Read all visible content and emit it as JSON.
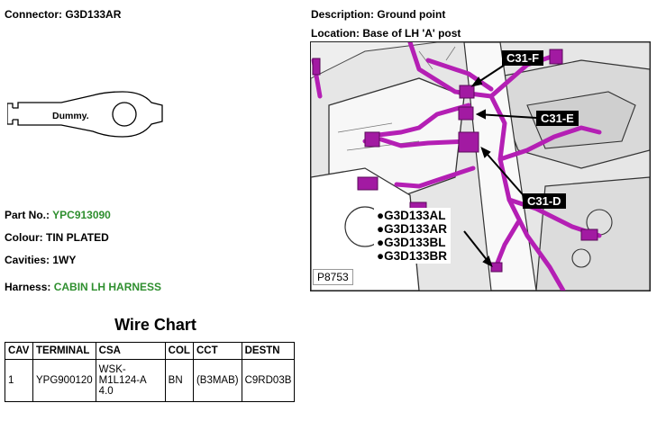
{
  "connector": {
    "label": "Connector:",
    "value": "G3D133AR"
  },
  "description": {
    "label": "Description:",
    "value": "Ground point"
  },
  "location": {
    "label": "Location:",
    "value": "Base of LH 'A' post"
  },
  "terminal_drawing": {
    "label": "Dummy."
  },
  "part_no": {
    "label": "Part No.:",
    "value": "YPC913090"
  },
  "colour": {
    "label": "Colour:",
    "value": "TIN PLATED"
  },
  "cavities": {
    "label": "Cavities:",
    "value": "1WY"
  },
  "harness": {
    "label": "Harness:",
    "value": "CABIN LH HARNESS"
  },
  "wire_chart": {
    "title": "Wire Chart",
    "headers": [
      "CAV",
      "TERMINAL",
      "CSA",
      "COL",
      "CCT",
      "DESTN"
    ],
    "rows": [
      [
        "1",
        "YPG900120",
        "WSK-M1L124-A 4.0",
        "BN",
        "(B3MAB)",
        "C9RD03B"
      ]
    ]
  },
  "photo": {
    "callouts": [
      "C31-F",
      "C31-E",
      "C31-D"
    ],
    "connectors": [
      "G3D133AL",
      "G3D133AR",
      "G3D133BL",
      "G3D133BR"
    ],
    "bullet": "●",
    "ref": "P8753"
  },
  "colors": {
    "green_text": "#2f8f2f",
    "harness": "#b41fb4"
  }
}
